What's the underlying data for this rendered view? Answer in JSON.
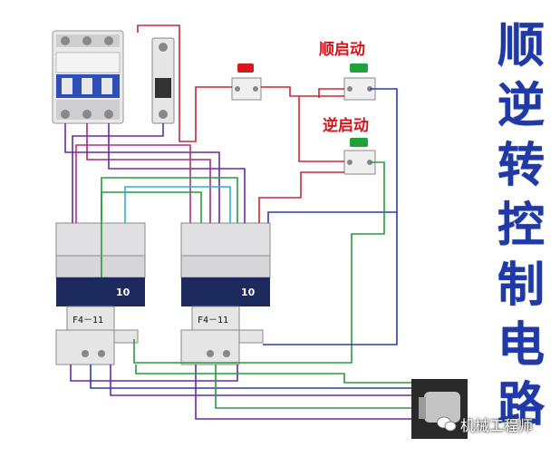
{
  "title_chars": [
    "顺",
    "逆",
    "转",
    "控",
    "制",
    "电",
    "路"
  ],
  "labels": {
    "forward_start": "顺启动",
    "reverse_start": "逆启动"
  },
  "contactor_left": {
    "aux_text": "10",
    "model": "F4－11"
  },
  "contactor_right": {
    "aux_text": "10",
    "model": "F4－11"
  },
  "watermark": "机械工程师",
  "icons": {
    "stop_button": "red-pushbutton",
    "start_buttons": "green-pushbutton",
    "motor": "motor-icon",
    "watermark": "wechat-icon"
  },
  "colors": {
    "title": "#1f3aa8",
    "label": "#d4141b",
    "wire_red": "#c8283c",
    "wire_purple": "#6a2aa0",
    "wire_green": "#2a9a3c",
    "wire_cyan": "#28b4c8",
    "wire_blue": "#2a3cb4"
  }
}
